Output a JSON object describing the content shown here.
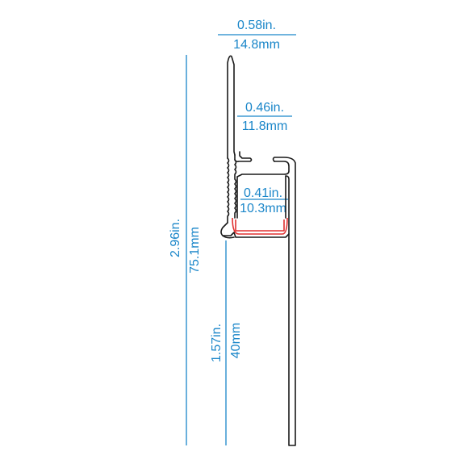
{
  "colors": {
    "dimension": "#1a86c9",
    "profile": "#1a1a1a",
    "led_strip": "#e03030"
  },
  "dimensions": {
    "overall_width_in": "0.58in.",
    "overall_width_mm": "14.8mm",
    "channel_width_in": "0.46in.",
    "channel_width_mm": "11.8mm",
    "inner_width_in": "0.41in.",
    "inner_width_mm": "10.3mm",
    "height_in": "2.96in.",
    "height_mm": "75.1mm",
    "lower_height_in": "1.57in.",
    "lower_height_mm": "40mm"
  }
}
